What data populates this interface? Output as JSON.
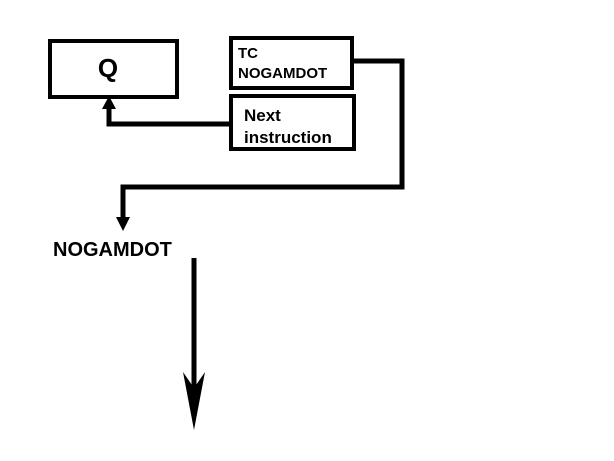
{
  "diagram": {
    "boxes": {
      "q": {
        "label": "Q"
      },
      "tc": {
        "line1": "TC",
        "line2": "NOGAMDOT"
      },
      "next": {
        "line1": "Next",
        "line2": "instruction"
      }
    },
    "target_label": "NOGAMDOT"
  },
  "colors": {
    "stroke": "#000000",
    "background": "#ffffff"
  }
}
